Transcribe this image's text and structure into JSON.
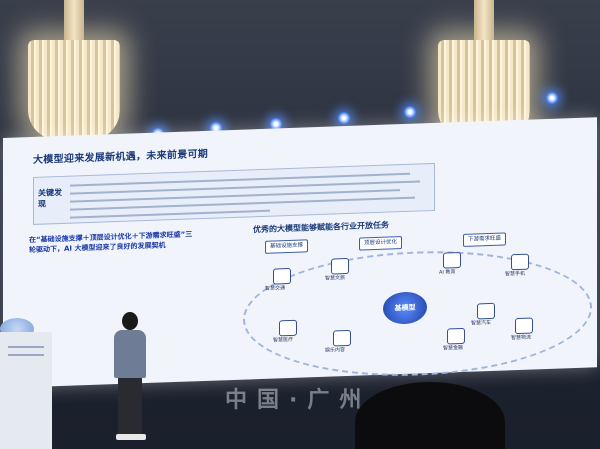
{
  "slide": {
    "title": "大模型迎来发展新机遇，未来前景可期",
    "key_label": "关键发现",
    "left_heading": "在“基础设施支撑＋顶层设计优化＋下游需求旺盛”三轮驱动下，AI 大模型迎来了良好的发展契机",
    "diagram_title": "优秀的大模型能够赋能各行业开放任务",
    "pills": [
      "基础设施支撑",
      "顶层设计优化",
      "下游需求旺盛"
    ],
    "core_label": "基模型",
    "icon_labels": [
      "智慧交通",
      "智慧文旅",
      "AI 教育",
      "智慧手机",
      "智慧医疗",
      "娱乐内容",
      "智慧汽车",
      "智慧金融",
      "智慧物流"
    ]
  },
  "stage_text": "中国·广州",
  "colors": {
    "screen": "#f1f5fb",
    "accent": "#1b3a7a",
    "core": "#1f3fa3"
  }
}
